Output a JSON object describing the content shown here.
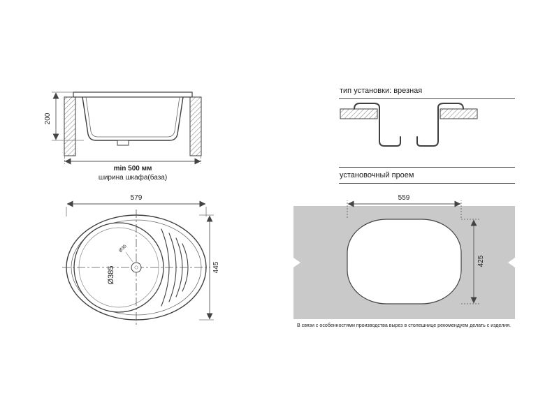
{
  "colors": {
    "countertop_gray": "#c9c9c9",
    "line": "#3f3f3f"
  },
  "side_view": {
    "depth_mm": "200",
    "min_width": "min 500 мм",
    "cabinet_label": "ширина шкафа(база)"
  },
  "install_type": {
    "title": "тип установки: врезная"
  },
  "top_view": {
    "width_mm": "579",
    "height_mm": "445",
    "bowl_diameter": "Ø385",
    "drain_diameter": "Ø35"
  },
  "cutout": {
    "title": "установочный проем",
    "width_mm": "559",
    "height_mm": "425",
    "note": "В связи с особенностями производства вырез в столешнице рекомендуем делать с изделия."
  }
}
